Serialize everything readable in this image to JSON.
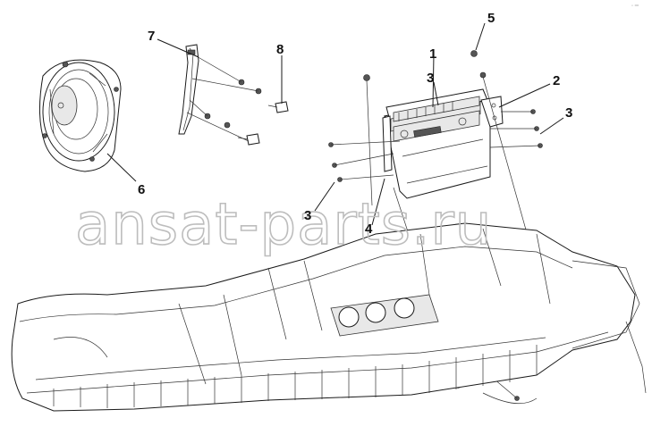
{
  "watermark": "ansat-parts.ru",
  "corner_mark": "◦ ═",
  "callouts": [
    {
      "id": "c1",
      "label": "1"
    },
    {
      "id": "c2",
      "label": "2"
    },
    {
      "id": "c3a",
      "label": "3"
    },
    {
      "id": "c3b",
      "label": "3"
    },
    {
      "id": "c3c",
      "label": "3"
    },
    {
      "id": "c4",
      "label": "4"
    },
    {
      "id": "c5",
      "label": "5"
    },
    {
      "id": "c6",
      "label": "6"
    },
    {
      "id": "c7",
      "label": "7"
    },
    {
      "id": "c8",
      "label": "8"
    }
  ]
}
